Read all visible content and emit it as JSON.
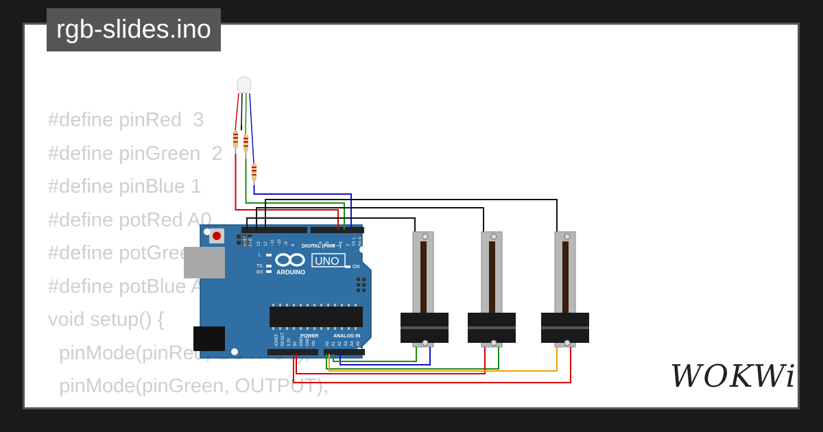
{
  "title": "rgb-slides.ino",
  "code_lines": [
    "",
    "#define pinRed  3",
    "#define pinGreen  2",
    "#define pinBlue 1",
    "#define potRed A0",
    "#define potGreen A1",
    "#define potBlue A2",
    "",
    "void setup() {",
    "  pinMode(pinRed, OUTPUT);",
    "  pinMode(pinGreen, OUTPUT);"
  ],
  "board": {
    "brand": "ARDUINO",
    "model": "UNO",
    "digital_label": "DIGITAL (PWM ~)",
    "power_label": "POWER",
    "analog_label": "ANALOG IN",
    "on_label": "ON",
    "led_l": "L",
    "led_tx": "TX",
    "led_rx": "RX",
    "digital_pins": [
      "AREF",
      "GND",
      "13",
      "12",
      "~11",
      "~10",
      "~9",
      "8",
      "7",
      "~6",
      "~5",
      "4",
      "~3",
      "2",
      "TX 1",
      "RX 0"
    ],
    "power_pins": [
      "IOREF",
      "RESET",
      "3.3V",
      "5V",
      "GND",
      "GND",
      "Vin"
    ],
    "analog_pins": [
      "A0",
      "A1",
      "A2",
      "A3",
      "A4",
      "A5"
    ]
  },
  "logo": "WOKWi",
  "colors": {
    "background": "#1a1a1a",
    "board": "#2f6fa3",
    "wire_red": "#d40000",
    "wire_green": "#1a8a1a",
    "wire_blue": "#1010cc",
    "wire_black": "#111111",
    "wire_orange": "#f0a000"
  }
}
